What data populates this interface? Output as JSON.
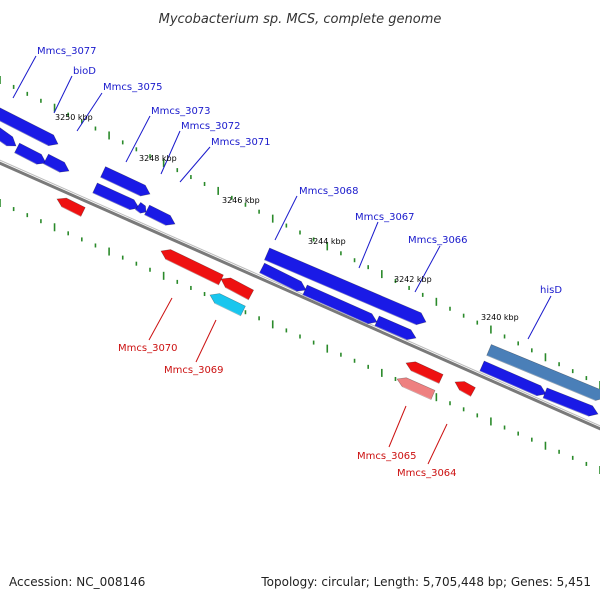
{
  "title": "Mycobacterium sp. MCS, complete genome",
  "footer": {
    "accession": "Accession: NC_008146",
    "summary": "Topology: circular; Length: 5,705,448 bp; Genes: 5,451"
  },
  "colors": {
    "forward_gene": "#1a1ae6",
    "reverse_gene": "#ee1111",
    "forward_label": "#1a1acc",
    "reverse_label": "#cc1111",
    "backbone": "#7a7a7a",
    "tick": "#2a8a2a",
    "highlight_cyan": "#19c6ee",
    "highlight_pink": "#ee8080",
    "highlight_steel": "#4a7fb8"
  },
  "kbp_markers": [
    "3250 kbp",
    "3248 kbp",
    "3246 kbp",
    "3244 kbp",
    "3242 kbp",
    "3240 kbp"
  ],
  "forward_labels": [
    "Mmcs_3077",
    "bioD",
    "Mmcs_3075",
    "Mmcs_3073",
    "Mmcs_3072",
    "Mmcs_3071",
    "Mmcs_3068",
    "Mmcs_3067",
    "Mmcs_3066",
    "hisD"
  ],
  "reverse_labels": [
    "Mmcs_3070",
    "Mmcs_3069",
    "Mmcs_3065",
    "Mmcs_3064"
  ]
}
